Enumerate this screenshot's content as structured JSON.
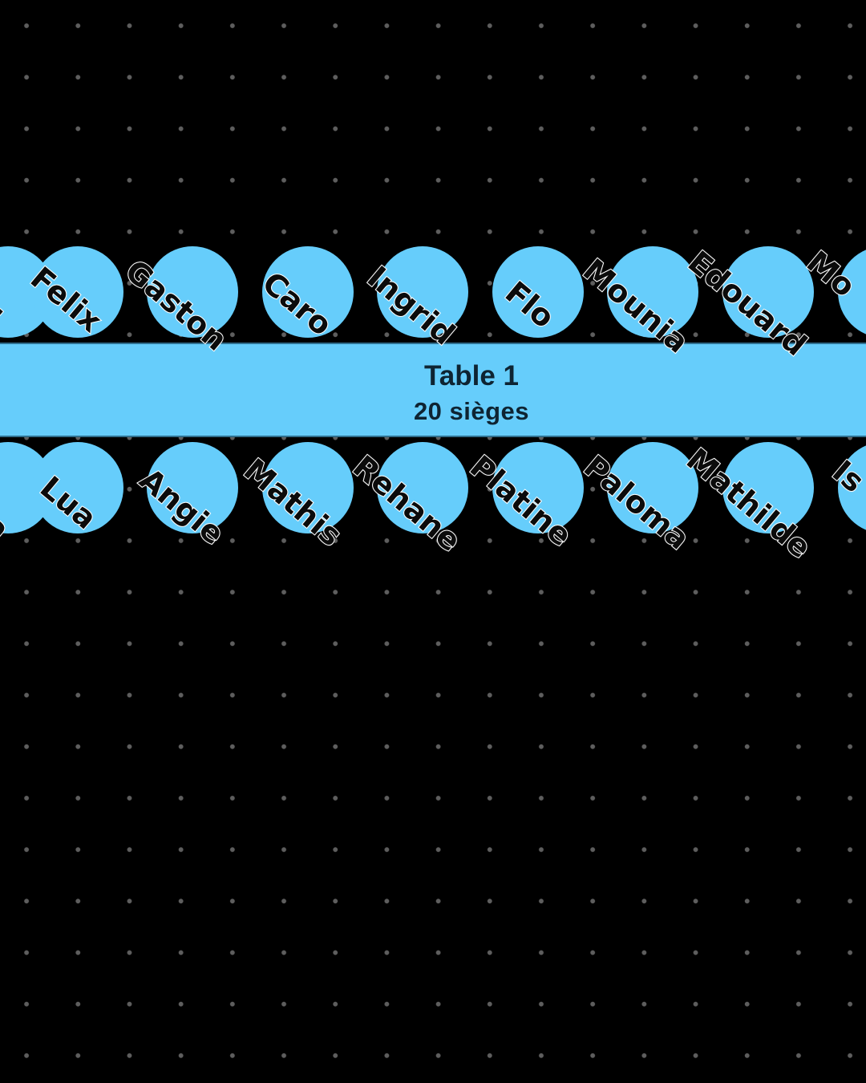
{
  "table": {
    "name": "Table 1",
    "seats_label": "20 sièges",
    "color": "#66cdfb"
  },
  "top_row": [
    "Felix",
    "Gaston",
    "Caro",
    "Ingrid",
    "Flo",
    "Mounia",
    "Edouard"
  ],
  "bottom_row": [
    "Lua",
    "Angie",
    "Mathis",
    "Rehane",
    "Platine",
    "Paloma",
    "Mathilde"
  ],
  "partial": {
    "top_left": "i",
    "top_right": "Mo",
    "bottom_left": "a",
    "bottom_right": "Is"
  },
  "background": {
    "color": "#000000",
    "dot_color": "#5e5e5e"
  }
}
